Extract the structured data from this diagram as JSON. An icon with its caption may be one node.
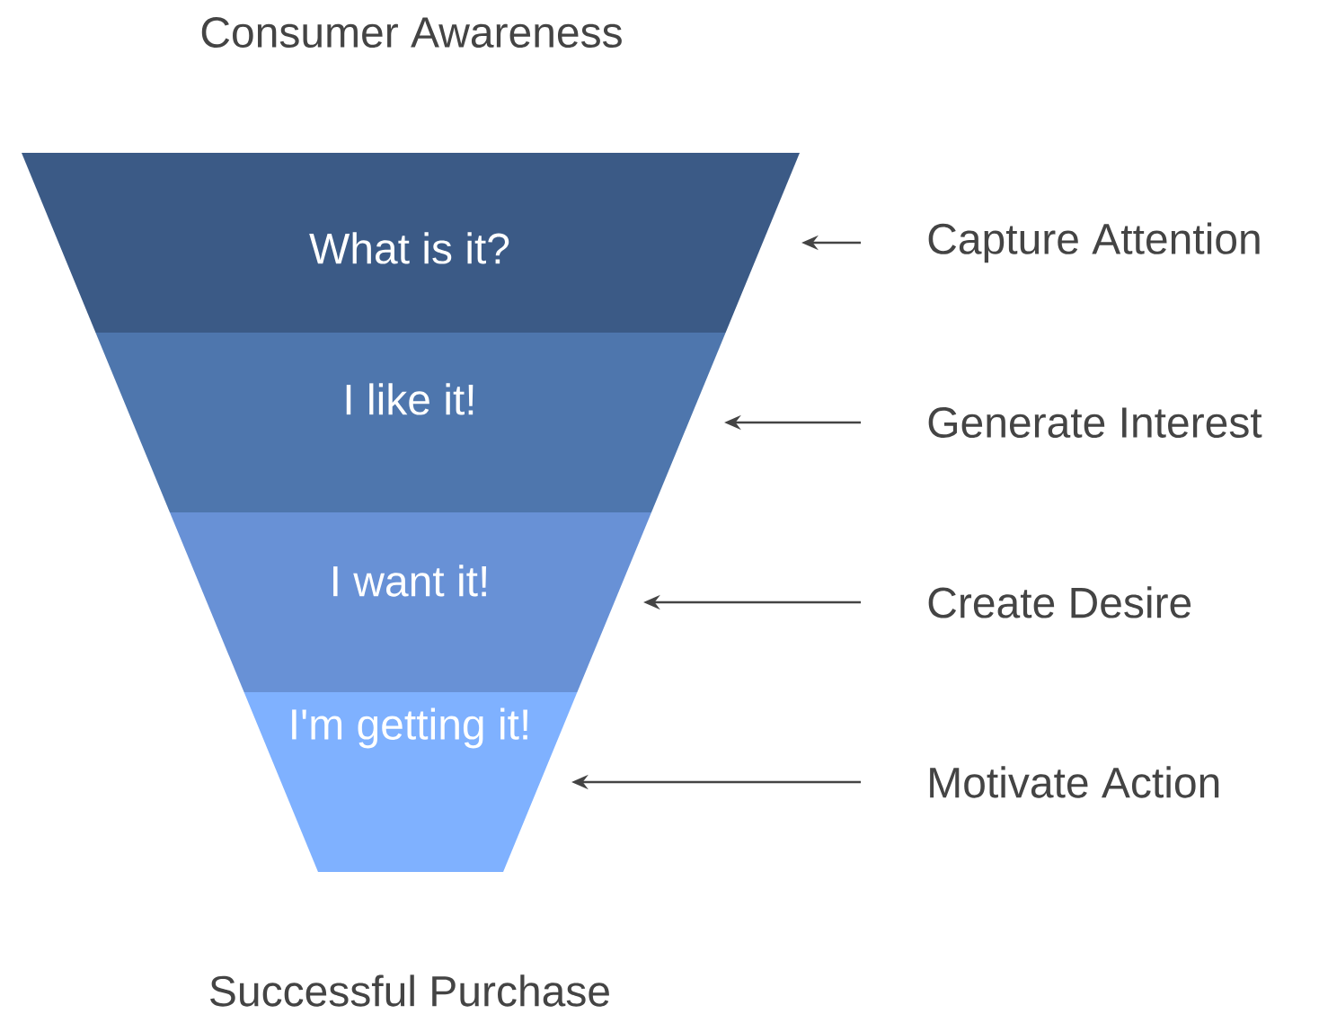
{
  "diagram": {
    "title": "Consumer Awareness",
    "caption": "Successful Purchase",
    "nodes": [
      {
        "text": [
          "What is it?"
        ]
      },
      {
        "text": [
          "I like it!"
        ]
      },
      {
        "text": [
          "I want it!"
        ]
      },
      {
        "text": [
          "I'm getting it!"
        ]
      },
      {
        "text": [
          "Capture Attention"
        ]
      },
      {
        "text": [
          "Generate Interest"
        ]
      },
      {
        "text": [
          "Create Desire"
        ]
      },
      {
        "text": [
          "Motivate Action"
        ]
      }
    ],
    "edges": [
      {
        "from": 4,
        "to": 0,
        "arrow": "to"
      },
      {
        "from": 5,
        "to": 1,
        "arrow": "to"
      },
      {
        "from": 6,
        "to": 2,
        "arrow": "to"
      },
      {
        "from": 7,
        "to": 3,
        "arrow": "to"
      }
    ]
  }
}
